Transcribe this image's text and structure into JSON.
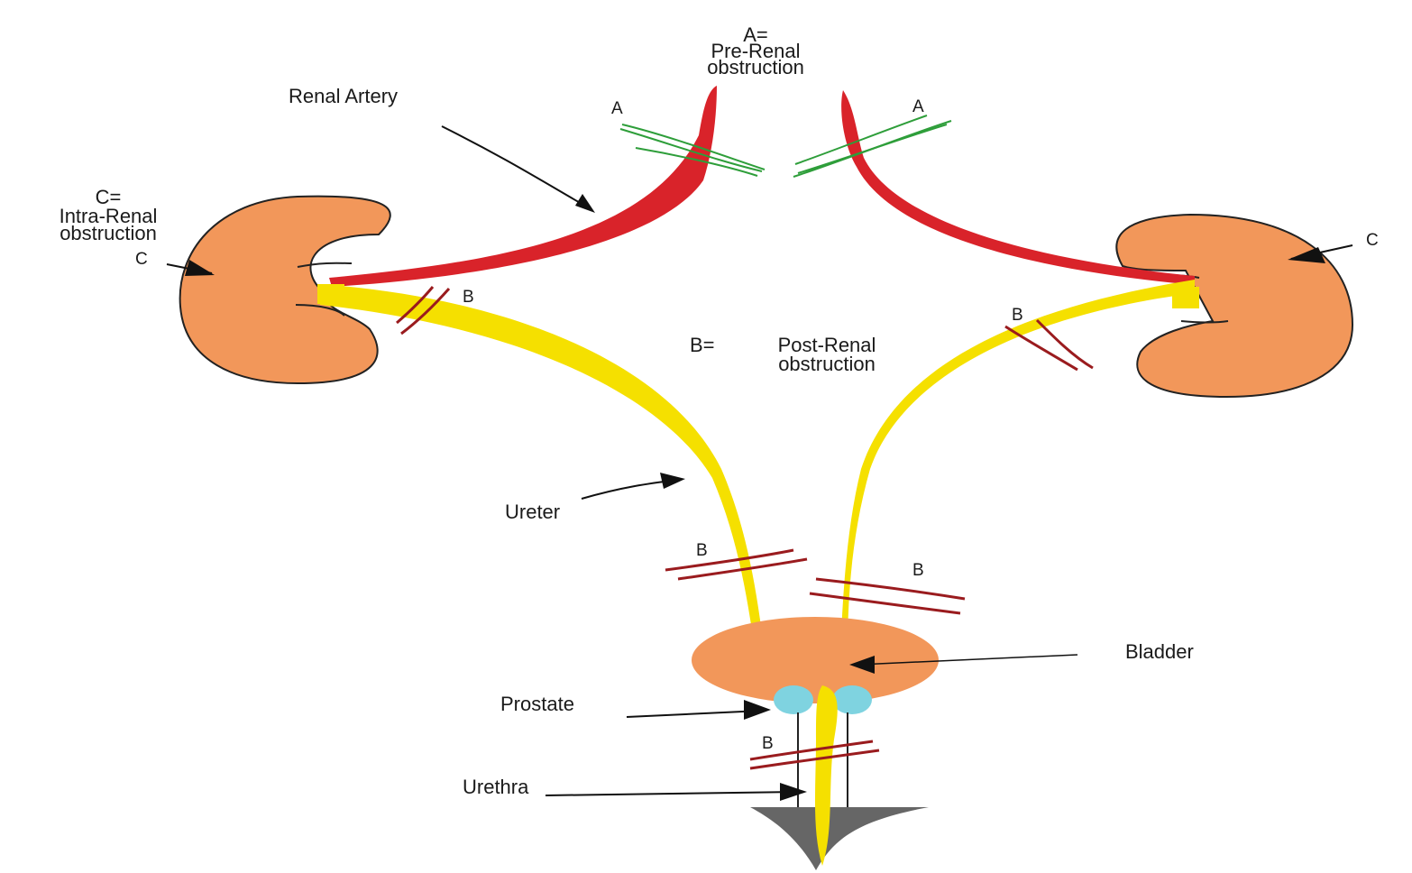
{
  "labels": {
    "pre_renal_key": "A=",
    "pre_renal_line1": "Pre-Renal",
    "pre_renal_line2": "obstruction",
    "intra_renal_key": "C=",
    "intra_renal_line1": "Intra-Renal",
    "intra_renal_line2": "obstruction",
    "post_renal_key": "B=",
    "post_renal_line1": "Post-Renal",
    "post_renal_line2": "obstruction",
    "renal_artery": "Renal Artery",
    "ureter": "Ureter",
    "bladder": "Bladder",
    "prostate": "Prostate",
    "urethra": "Urethra",
    "marker_a": "A",
    "marker_b": "B",
    "marker_c": "C"
  },
  "colors": {
    "kidney": "#F2975A",
    "kidney_outline": "#222222",
    "artery": "#D9232A",
    "ureter": "#F5E000",
    "obstruction_a": "#2E9E3A",
    "obstruction_b": "#9A1B1E",
    "bladder": "#F2975A",
    "prostate": "#7FD3E0",
    "urethra_base": "#666666"
  }
}
